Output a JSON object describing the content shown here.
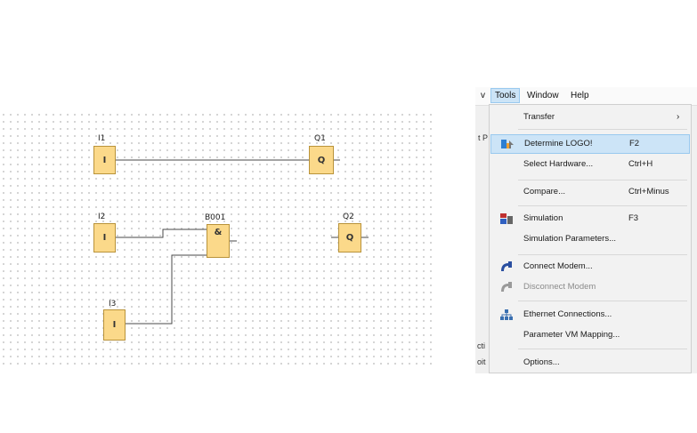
{
  "diagram": {
    "blocks": [
      {
        "id": "i1",
        "label": "I1",
        "symbol": "I"
      },
      {
        "id": "q1",
        "label": "Q1",
        "symbol": "Q"
      },
      {
        "id": "i2",
        "label": "I2",
        "symbol": "I"
      },
      {
        "id": "b001",
        "label": "B001",
        "symbol": "&"
      },
      {
        "id": "q2",
        "label": "Q2",
        "symbol": "Q"
      },
      {
        "id": "i3",
        "label": "I3",
        "symbol": "I"
      }
    ]
  },
  "menubar": {
    "left_fragment": "v",
    "tools": "Tools",
    "window": "Window",
    "help": "Help"
  },
  "background_fragments": [
    "t P",
    "cti",
    "oit"
  ],
  "tools_menu": {
    "items": [
      {
        "label": "Transfer",
        "shortcut": "",
        "submenu": "›",
        "icon": "",
        "enabled": true
      },
      {
        "label": "Determine LOGO!",
        "shortcut": "F2",
        "icon": "determine-logo-icon",
        "enabled": true,
        "highlighted": true
      },
      {
        "label": "Select Hardware...",
        "shortcut": "Ctrl+H",
        "icon": "",
        "enabled": true
      },
      {
        "label": "Compare...",
        "shortcut": "Ctrl+Minus",
        "icon": "",
        "enabled": true
      },
      {
        "label": "Simulation",
        "shortcut": "F3",
        "icon": "simulation-icon",
        "enabled": true
      },
      {
        "label": "Simulation Parameters...",
        "shortcut": "",
        "icon": "",
        "enabled": true
      },
      {
        "label": "Connect Modem...",
        "shortcut": "",
        "icon": "connect-modem-icon",
        "enabled": true
      },
      {
        "label": "Disconnect Modem",
        "shortcut": "",
        "icon": "disconnect-modem-icon",
        "enabled": false
      },
      {
        "label": "Ethernet Connections...",
        "shortcut": "",
        "icon": "ethernet-connections-icon",
        "enabled": true
      },
      {
        "label": "Parameter VM Mapping...",
        "shortcut": "",
        "icon": "",
        "enabled": true
      },
      {
        "label": "Options...",
        "shortcut": "",
        "icon": "",
        "enabled": true
      }
    ]
  }
}
